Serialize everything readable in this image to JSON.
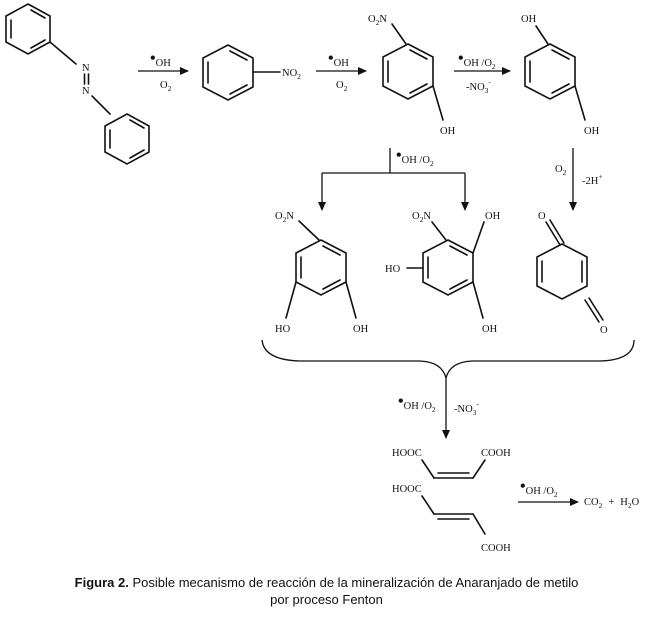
{
  "labels": {
    "oh": "OH",
    "o2": "O",
    "two": "2",
    "oh_o2": "OH /O",
    "no3": "-NO",
    "three": "3",
    "minus": "-",
    "no2_right": "NO",
    "no2_left": "O",
    "no2_n": "N",
    "ho": "HO",
    "n_atom": "N",
    "h2_prefix": "-2H",
    "plus": "+",
    "o_atom": "O",
    "hooc": "HOOC",
    "cooh": "COOH",
    "co2": "CO",
    "plus_sign": "+",
    "h2o_h": "H",
    "h2o_o": "O"
  },
  "caption": {
    "figure_label": "Figura 2.",
    "line1": " Posible mecanismo de reacción de la mineralización de Anaranjado de metilo",
    "line2": "por proceso Fenton"
  }
}
